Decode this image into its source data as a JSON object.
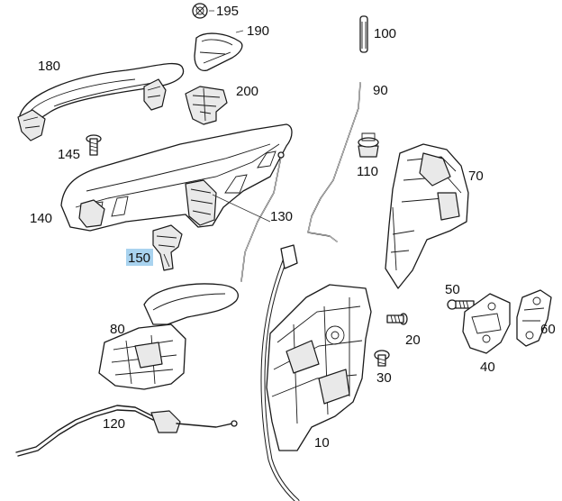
{
  "diagram": {
    "callouts": [
      {
        "id": "195",
        "label": "195"
      },
      {
        "id": "190",
        "label": "190"
      },
      {
        "id": "180",
        "label": "180"
      },
      {
        "id": "200",
        "label": "200"
      },
      {
        "id": "145",
        "label": "145"
      },
      {
        "id": "140",
        "label": "140"
      },
      {
        "id": "150",
        "label": "150",
        "highlighted": true
      },
      {
        "id": "130",
        "label": "130"
      },
      {
        "id": "100",
        "label": "100"
      },
      {
        "id": "90",
        "label": "90"
      },
      {
        "id": "110",
        "label": "110"
      },
      {
        "id": "70",
        "label": "70"
      },
      {
        "id": "50",
        "label": "50"
      },
      {
        "id": "60",
        "label": "60"
      },
      {
        "id": "40",
        "label": "40"
      },
      {
        "id": "20",
        "label": "20"
      },
      {
        "id": "30",
        "label": "30"
      },
      {
        "id": "80",
        "label": "80"
      },
      {
        "id": "120",
        "label": "120"
      },
      {
        "id": "10",
        "label": "10"
      }
    ],
    "highlight_color": "#a9d3ef",
    "line_color": "#1a1a1a"
  }
}
